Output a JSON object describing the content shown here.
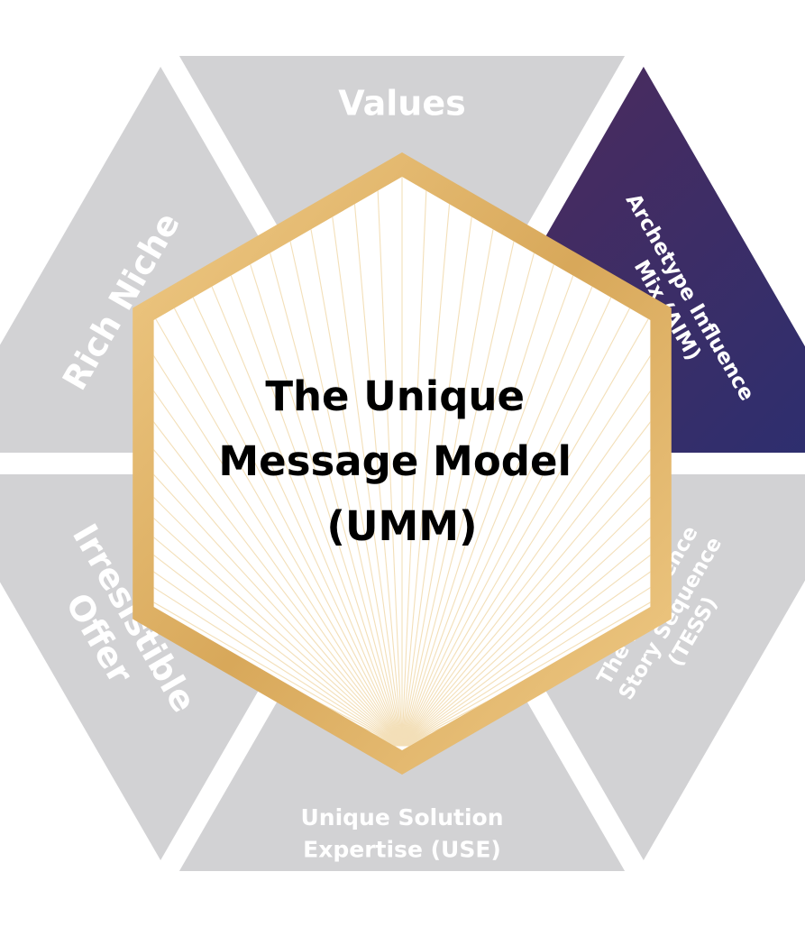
{
  "center": {
    "title_lines": [
      "The Unique",
      "Message Model",
      "(UMM)"
    ]
  },
  "segments": [
    {
      "id": "values",
      "lines": [
        "Values"
      ],
      "highlighted": false
    },
    {
      "id": "aim",
      "lines": [
        "Archetype Influence",
        "Mix (AIM)"
      ],
      "highlighted": true
    },
    {
      "id": "tess",
      "lines": [
        "The Experience",
        "Story Sequence",
        "(TESS)"
      ],
      "highlighted": false
    },
    {
      "id": "use",
      "lines": [
        "Unique Solution",
        "Expertise (USE)"
      ],
      "highlighted": false
    },
    {
      "id": "offer",
      "lines": [
        "Irresistible",
        "Offer"
      ],
      "highlighted": false
    },
    {
      "id": "niche",
      "lines": [
        "Rich Niche"
      ],
      "highlighted": false
    }
  ],
  "colors": {
    "segment_gray": "#d2d2d4",
    "highlight_start": "#4e2b5c",
    "highlight_end": "#2b2f70",
    "gold": "#d8a85a",
    "gold_light": "#f0cb87",
    "center_fill": "#ffffff",
    "ray": "#f3dfb8",
    "center_text": "#000000",
    "segment_text": "#ffffff"
  }
}
